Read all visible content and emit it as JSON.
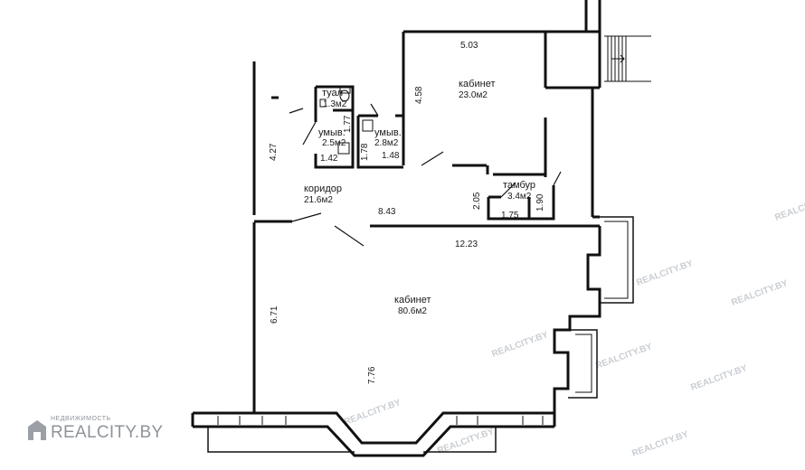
{
  "rooms": {
    "cabinet_top": {
      "name": "кабинет",
      "area": "23.0м2"
    },
    "toilet": {
      "name": "туал",
      "area": "1.3м2"
    },
    "washroom1": {
      "name": "умыв.",
      "area": "2.5м2"
    },
    "washroom2": {
      "name": "умыв.",
      "area": "2.8м2"
    },
    "corridor": {
      "name": "коридор",
      "area": "21.6м2"
    },
    "vestibule": {
      "name": "тамбур",
      "area": "3.4м2"
    },
    "cabinet_main": {
      "name": "кабинет",
      "area": "80.6м2"
    }
  },
  "dimensions": {
    "cab_top_width": "5.03",
    "cab_top_height": "4.58",
    "left_upper": "4.27",
    "toilet_side": "1.77",
    "wash_side": "1.78",
    "wash1_width": "1.42",
    "wash2_width": "1.48",
    "corridor_width": "8.43",
    "vest_height": "2.05",
    "vest_width": "1.75",
    "vest_side": "1.90",
    "main_width": "12.23",
    "main_left": "6.71",
    "main_height": "7.76"
  },
  "watermark": {
    "text": "REALCITY.BY",
    "logo_small": "НЕДВИЖИМОСТЬ",
    "logo_big": "REALCITY.BY"
  }
}
